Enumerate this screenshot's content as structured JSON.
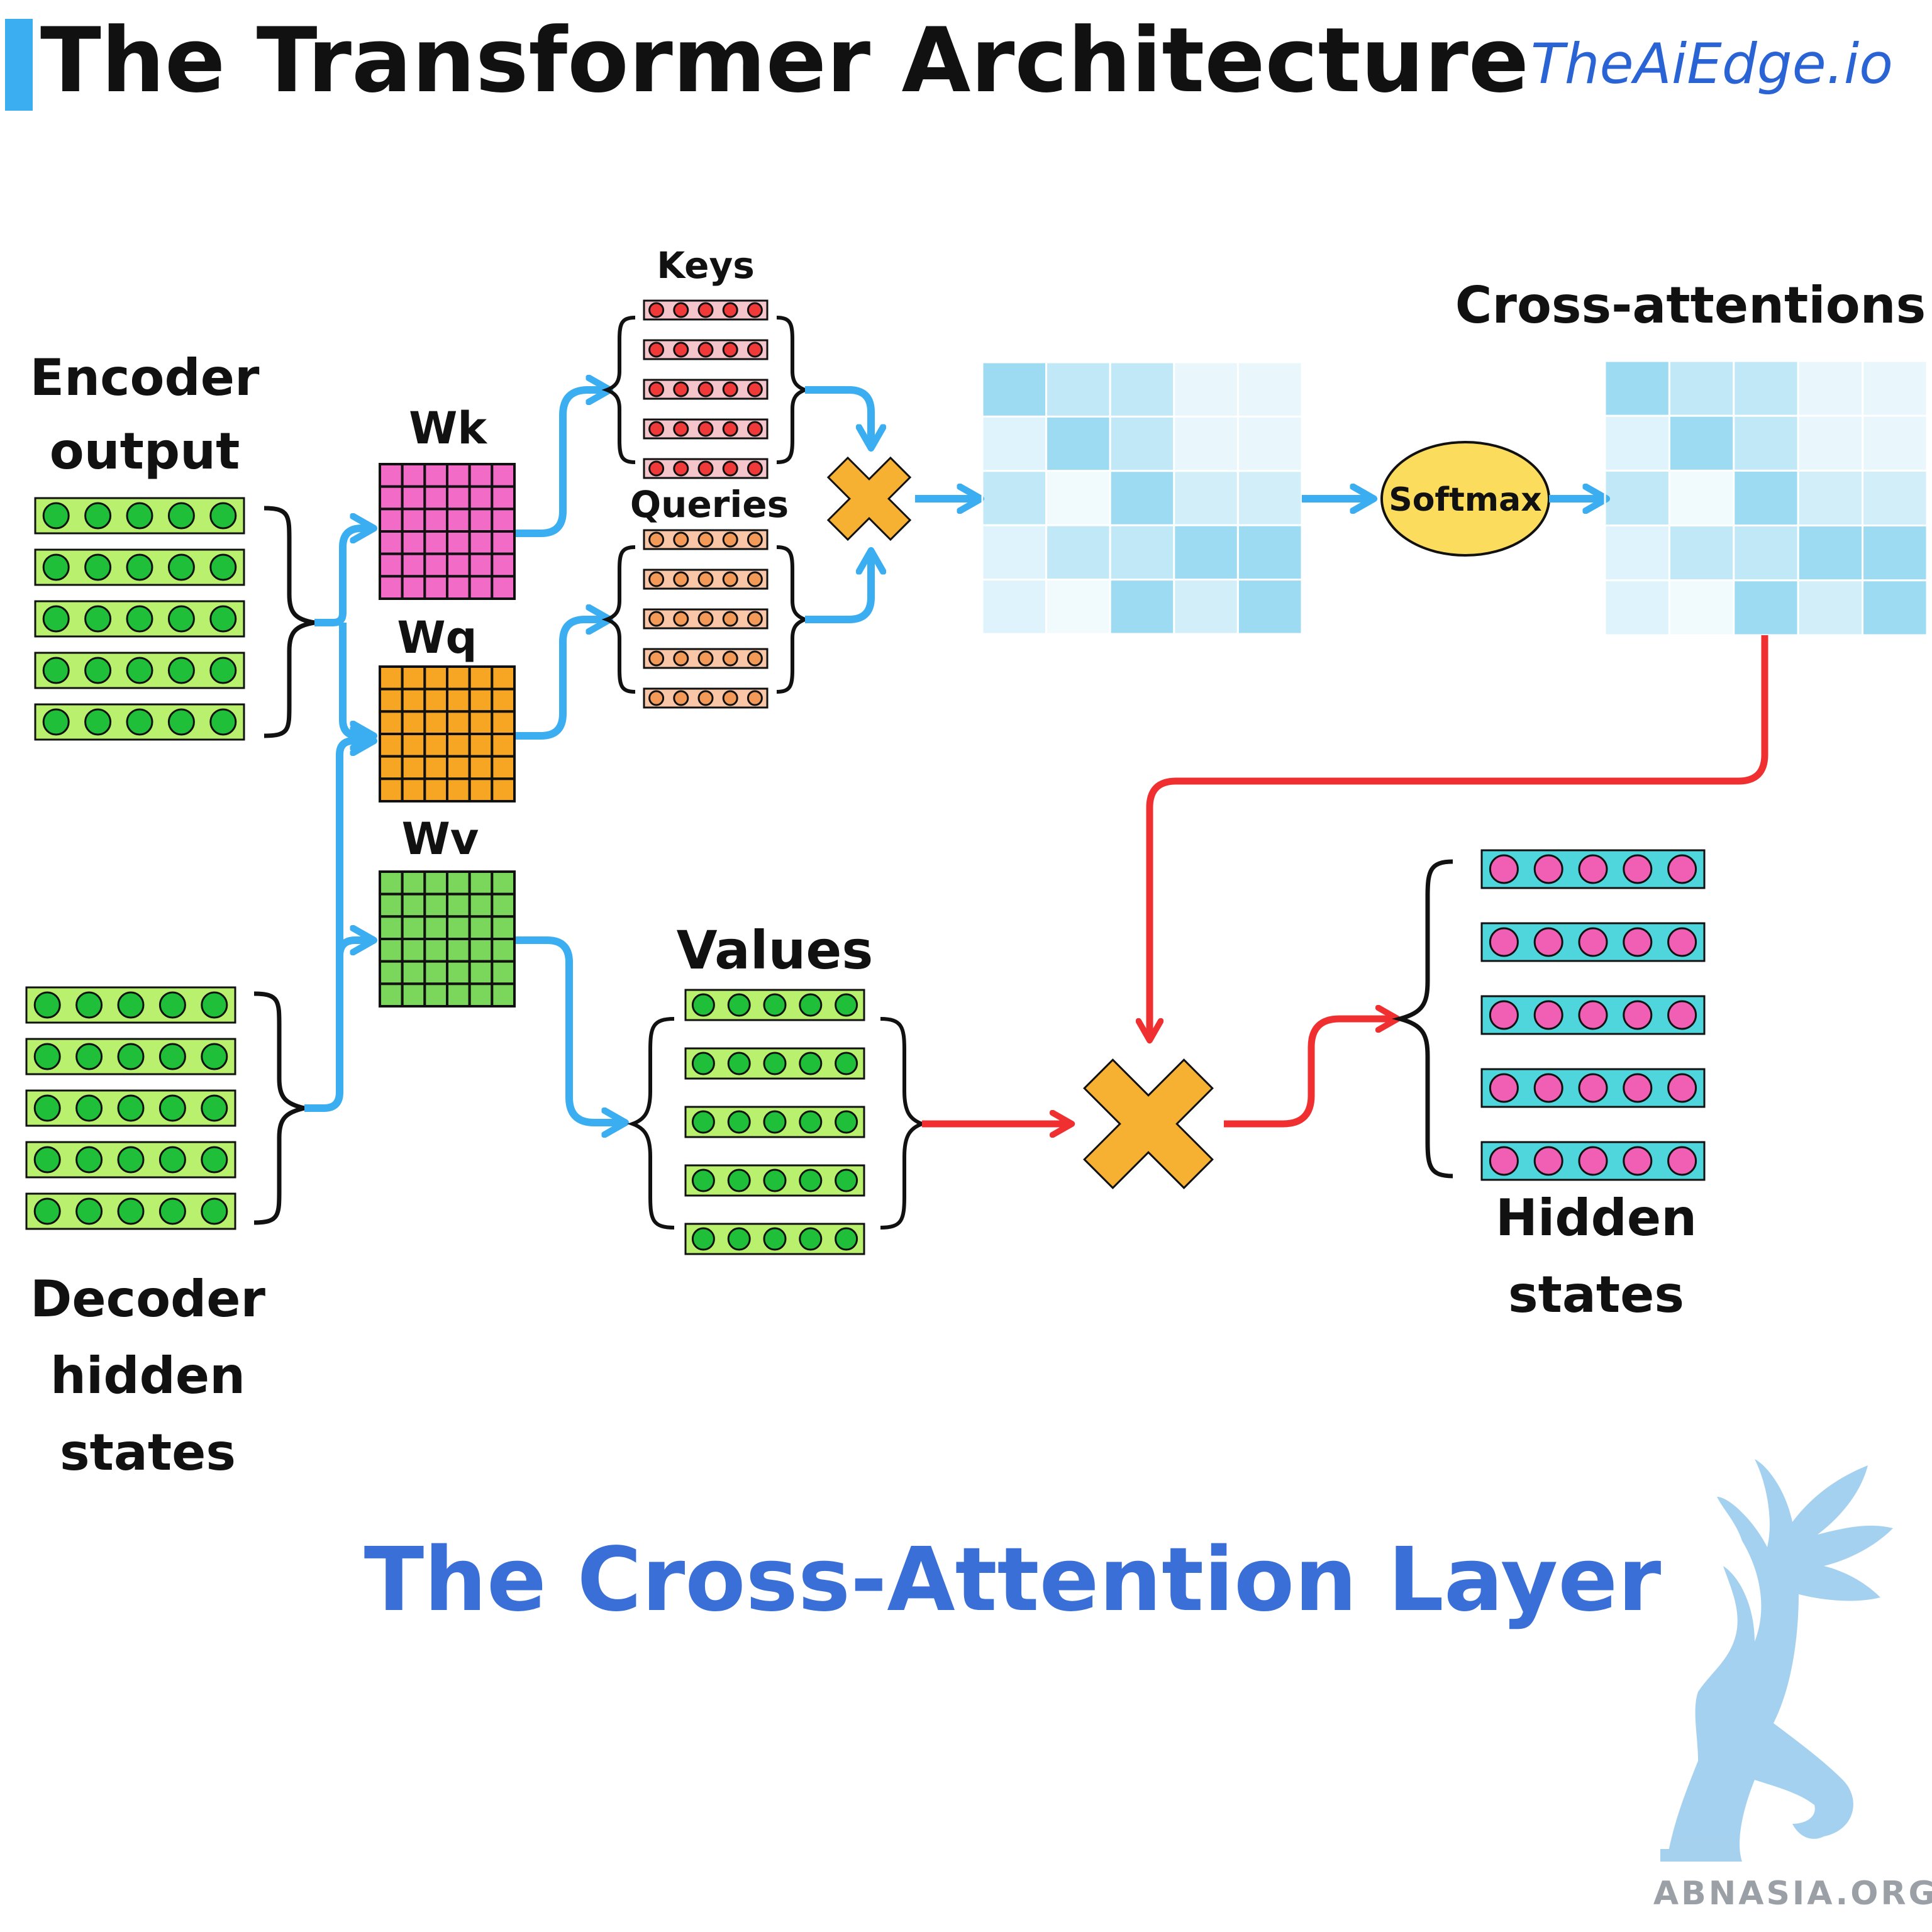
{
  "header": {
    "title": "The Transformer Architecture",
    "brand": "TheAiEdge.io"
  },
  "labels": {
    "encoder_line1": "Encoder",
    "encoder_line2": "output",
    "decoder_line1": "Decoder",
    "decoder_line2": "hidden",
    "decoder_line3": "states",
    "wk": "Wk",
    "wq": "Wq",
    "wv": "Wv",
    "keys": "Keys",
    "queries": "Queries",
    "values": "Values",
    "cross_attentions": "Cross-attentions",
    "softmax": "Softmax",
    "hidden_line1": "Hidden",
    "hidden_line2": "states"
  },
  "footer": {
    "subtitle": "The Cross-Attention Layer",
    "watermark": "ABNASIA.ORG"
  },
  "colors": {
    "accent_blue": "#3aaef0",
    "flow_red": "#f03030",
    "subtitle_blue": "#3a6fd8",
    "brand_blue": "#2a63d4",
    "encoder_vec_fill": "#b9f06e",
    "encoder_dot": "#1fbf3a",
    "key_fill": "#f4c6cc",
    "key_dot": "#f03a3a",
    "query_fill": "#f9c7a8",
    "query_dot": "#f39a58",
    "hidden_fill": "#4fd6dc",
    "hidden_dot": "#f05fb4",
    "wk_fill": "#f26bc6",
    "wq_fill": "#f6a623",
    "wv_fill": "#7bd65c",
    "softmax_fill": "#fbdc5c",
    "multiply_fill": "#f6b132"
  },
  "icons": {
    "multiply": "multiply-cross-icon",
    "watermark_logo": "griffin-logo-icon"
  },
  "attention_matrix_raw": [
    [
      0.55,
      0.35,
      0.35,
      0.12,
      0.12
    ],
    [
      0.18,
      0.55,
      0.35,
      0.12,
      0.12
    ],
    [
      0.35,
      0.08,
      0.55,
      0.25,
      0.25
    ],
    [
      0.18,
      0.35,
      0.35,
      0.55,
      0.55
    ],
    [
      0.18,
      0.08,
      0.55,
      0.25,
      0.55
    ]
  ],
  "attention_matrix_softmax": [
    [
      0.55,
      0.35,
      0.35,
      0.12,
      0.12
    ],
    [
      0.18,
      0.55,
      0.35,
      0.12,
      0.12
    ],
    [
      0.35,
      0.08,
      0.55,
      0.25,
      0.25
    ],
    [
      0.18,
      0.35,
      0.35,
      0.55,
      0.55
    ],
    [
      0.18,
      0.08,
      0.55,
      0.25,
      0.55
    ]
  ]
}
